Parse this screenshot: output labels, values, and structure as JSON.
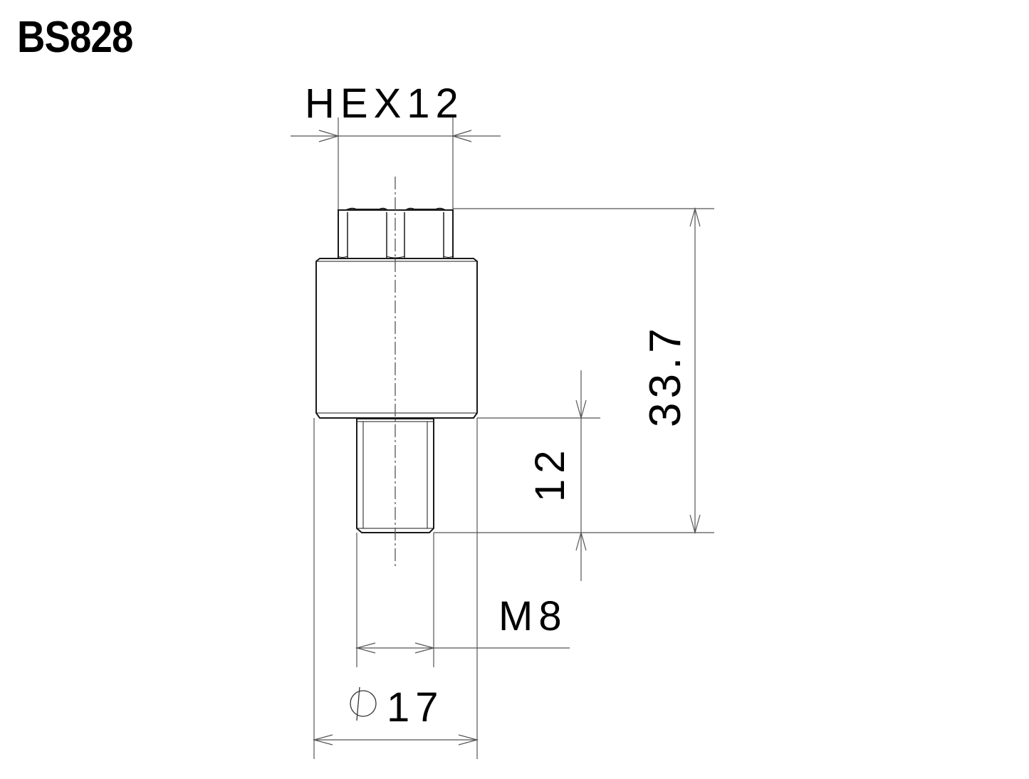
{
  "drawing": {
    "part_number": "BS828",
    "dimensions": {
      "hex": "HEX12",
      "total_length": "33.7",
      "thread_length": "12",
      "thread": "M8",
      "diameter_symbol": "⌀",
      "diameter_value": "17"
    },
    "colors": {
      "outline": "#1a1a1a",
      "dimension_line": "#555555",
      "text": "#000000",
      "background": "#ffffff"
    }
  }
}
